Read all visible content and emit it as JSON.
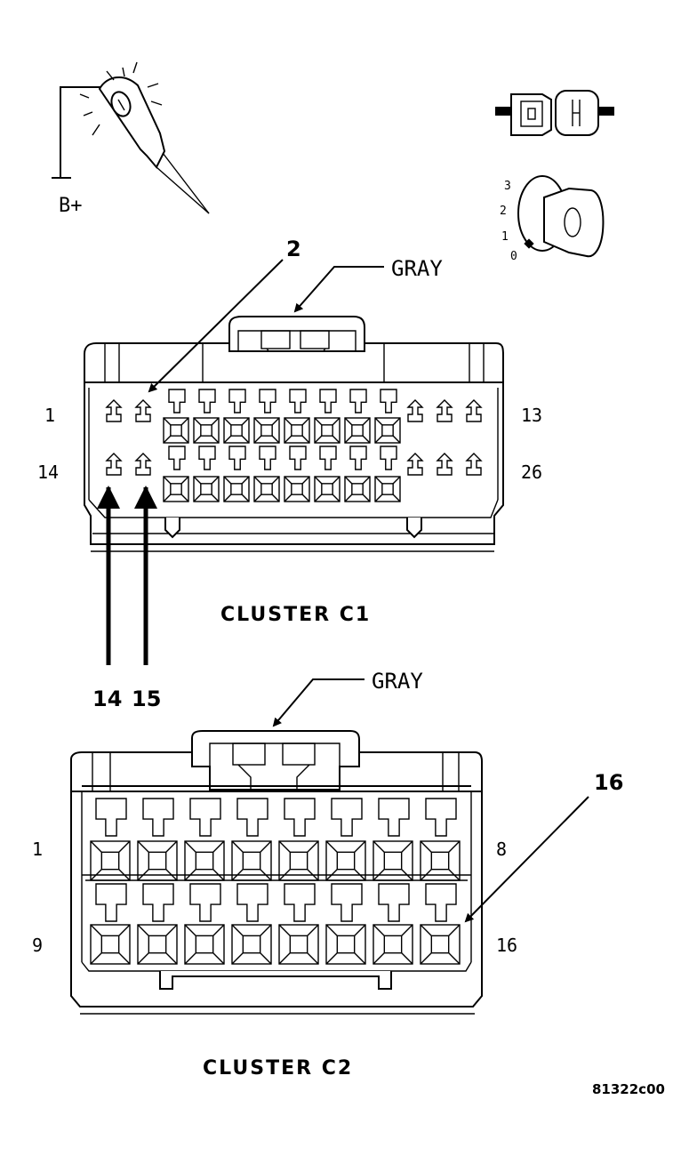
{
  "tools": {
    "b_plus_label": "B+",
    "key_positions": [
      "3",
      "2",
      "1",
      "0"
    ],
    "key_letter": "O"
  },
  "connector_c1": {
    "title": "CLUSTER C1",
    "color_label": "GRAY",
    "row1_left": "1",
    "row1_right": "13",
    "row2_left": "14",
    "row2_right": "26",
    "callouts": [
      "2",
      "14",
      "15"
    ]
  },
  "connector_c2": {
    "title": "CLUSTER C2",
    "color_label": "GRAY",
    "row1_left": "1",
    "row1_right": "8",
    "row2_left": "9",
    "row2_right": "16",
    "callouts": [
      "16"
    ]
  },
  "figure_id": "81322c00"
}
